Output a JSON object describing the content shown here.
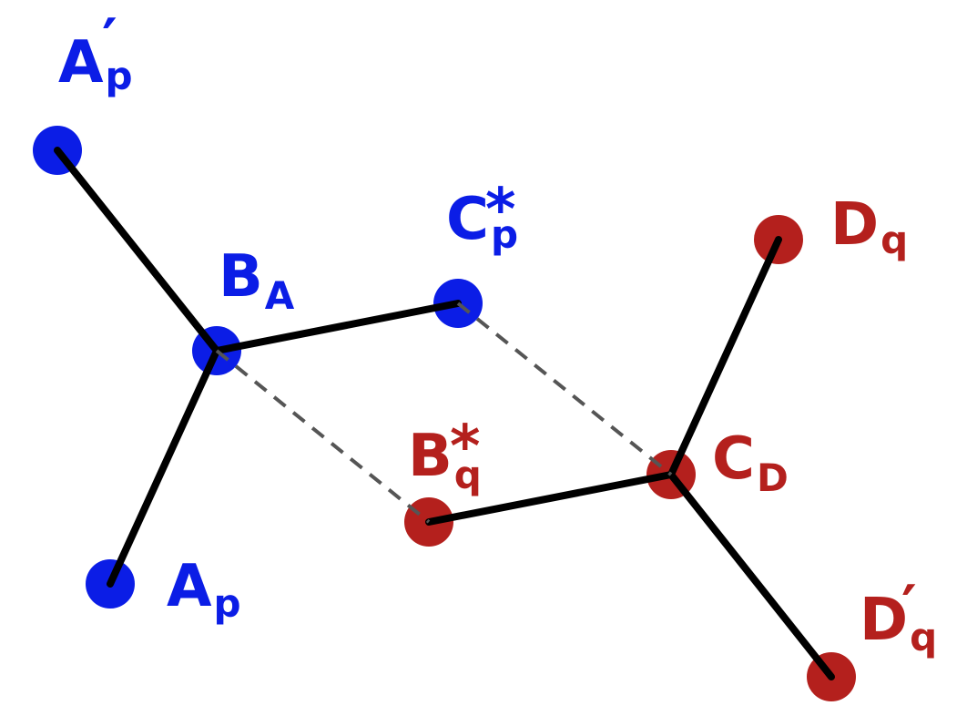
{
  "colors": {
    "group_p": "#0b1de6",
    "group_q": "#b4201d",
    "bond": "#000000",
    "dashed": "#555555"
  },
  "nodes": {
    "A_p_prime": {
      "main": "A",
      "sub": "p",
      "mark": "′",
      "group": "p"
    },
    "B_A": {
      "main": "B",
      "sub": "A",
      "mark": "",
      "group": "p"
    },
    "C_p_star": {
      "main": "C",
      "sub": "p",
      "mark": "*",
      "group": "p"
    },
    "A_p": {
      "main": "A",
      "sub": "p",
      "mark": "",
      "group": "p"
    },
    "D_q": {
      "main": "D",
      "sub": "q",
      "mark": "",
      "group": "q"
    },
    "B_q_star": {
      "main": "B",
      "sub": "q",
      "mark": "*",
      "group": "q"
    },
    "C_D": {
      "main": "C",
      "sub": "D",
      "mark": "",
      "group": "q"
    },
    "D_q_prime": {
      "main": "D",
      "sub": "q",
      "mark": "′",
      "group": "q"
    }
  },
  "edges": [
    {
      "from": "A_p_prime",
      "to": "B_A",
      "style": "solid"
    },
    {
      "from": "A_p",
      "to": "B_A",
      "style": "solid"
    },
    {
      "from": "B_A",
      "to": "C_p_star",
      "style": "solid"
    },
    {
      "from": "B_q_star",
      "to": "C_D",
      "style": "solid"
    },
    {
      "from": "D_q",
      "to": "C_D",
      "style": "solid"
    },
    {
      "from": "C_D",
      "to": "D_q_prime",
      "style": "solid"
    },
    {
      "from": "B_A",
      "to": "B_q_star",
      "style": "dashed"
    },
    {
      "from": "C_p_star",
      "to": "C_D",
      "style": "dashed"
    }
  ]
}
